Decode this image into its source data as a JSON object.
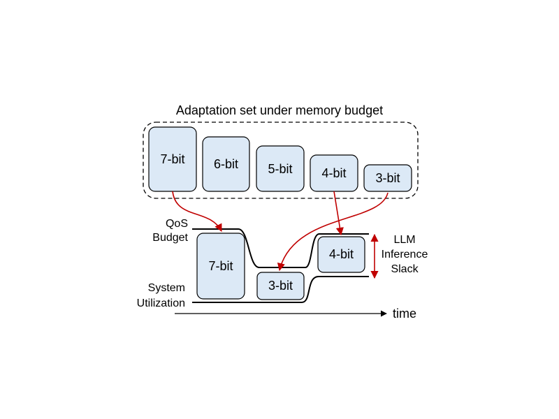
{
  "title": "Adaptation set under memory budget",
  "adaptation_set": [
    "7-bit",
    "6-bit",
    "5-bit",
    "4-bit",
    "3-bit"
  ],
  "timeline": {
    "blocks": [
      "7-bit",
      "3-bit",
      "4-bit"
    ],
    "qos_label": [
      "QoS",
      "Budget"
    ],
    "util_label": [
      "System",
      "Utilization"
    ],
    "slack_label": [
      "LLM",
      "Inference",
      "Slack"
    ],
    "axis_label": "time"
  },
  "colors": {
    "box_fill": "#dce9f6",
    "arrow": "#c00000"
  }
}
